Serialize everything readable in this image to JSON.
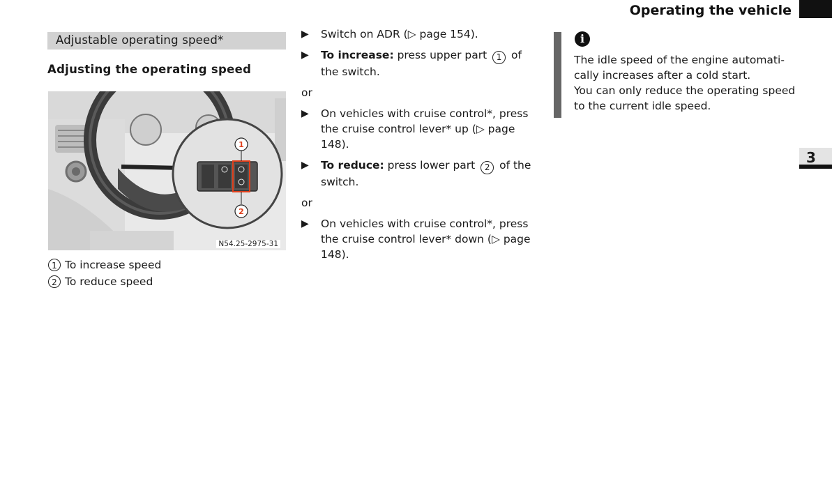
{
  "header": {
    "title": "Operating the vehicle"
  },
  "chapter_tab": {
    "number": "3"
  },
  "section_bar": {
    "title": "Adjustable operating speed*"
  },
  "subheading": "Adjusting the operating speed",
  "figure": {
    "code": "N54.25-2975-31",
    "callout_1": "1",
    "callout_2": "2"
  },
  "legend": [
    {
      "num": "1",
      "text": "To increase speed"
    },
    {
      "num": "2",
      "text": "To reduce speed"
    }
  ],
  "steps": {
    "s1": {
      "text": "Switch on ADR (▷ page 154)."
    },
    "s2": {
      "bold": "To increase:",
      "pre": " press upper part ",
      "num": "1",
      "post": " of the switch."
    },
    "or1": "or",
    "s3": {
      "text": "On vehicles with cruise control*, press the cruise control lever* up (▷ page 148)."
    },
    "s4": {
      "bold": "To reduce:",
      "pre": " press lower part ",
      "num": "2",
      "post": " of the switch."
    },
    "or2": "or",
    "s5": {
      "text": "On vehicles with cruise control*, press the cruise control lever* down (▷ page 148)."
    },
    "arrow_glyph": "▶"
  },
  "note": {
    "icon": "info-icon",
    "line1": "The idle speed of the engine automati­cally increases after a cold start.",
    "line2": "You can only reduce the operating speed to the current idle speed."
  },
  "colors": {
    "callout_red": "#e0401c",
    "note_bar": "#666666",
    "section_bar": "#d2d2d2"
  }
}
